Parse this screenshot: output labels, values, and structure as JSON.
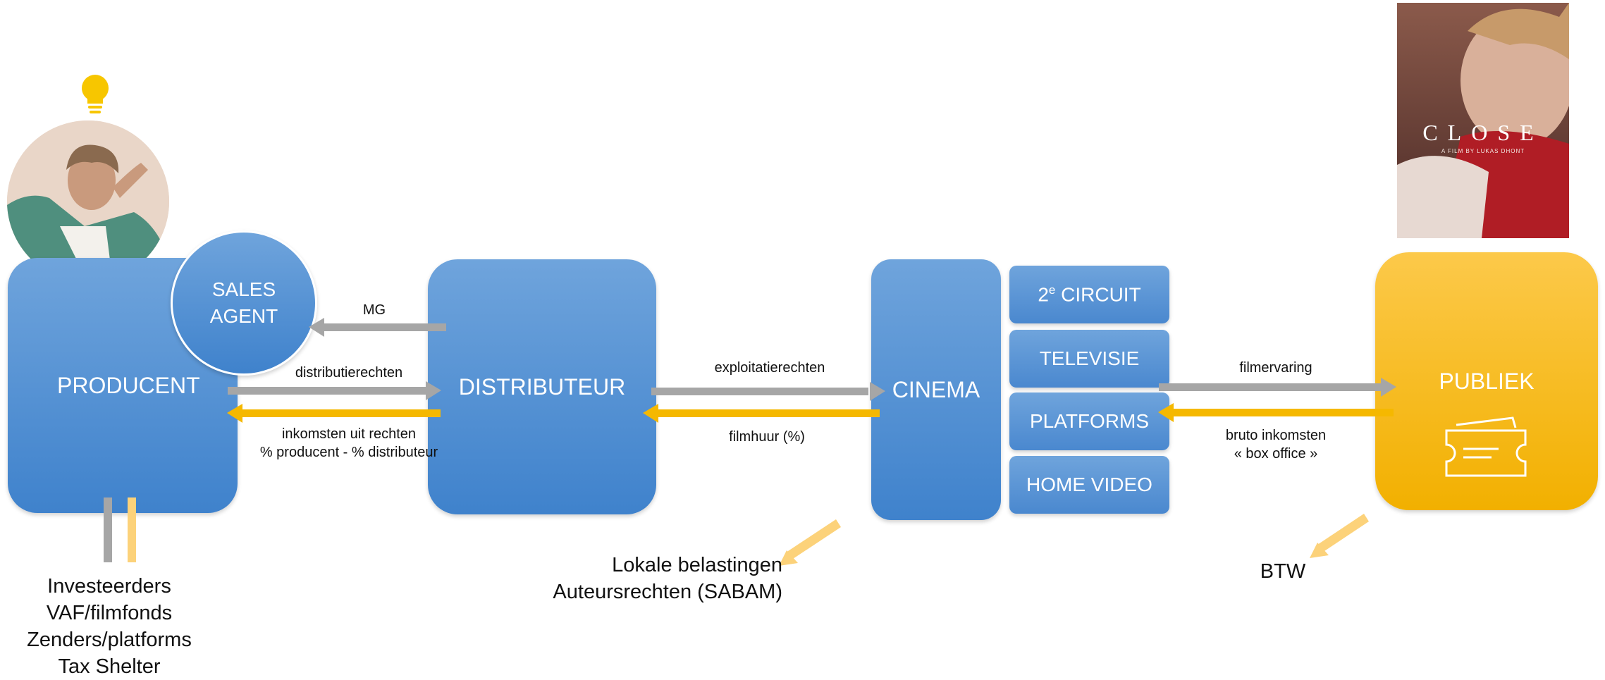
{
  "nodes": {
    "producent": "PRODUCENT",
    "sales_agent_line1": "SALES",
    "sales_agent_line2": "AGENT",
    "distributeur": "DISTRIBUTEUR",
    "cinema": "CINEMA",
    "circuit_main": "2",
    "circuit_sup": "e",
    "circuit_rest": " CIRCUIT",
    "televisie": "TELEVISIE",
    "platforms": "PLATFORMS",
    "home_video": "HOME VIDEO",
    "publiek": "PUBLIEK"
  },
  "arrows": {
    "mg": "MG",
    "distributierechten": "distributierechten",
    "inkomsten_line1": "inkomsten uit rechten",
    "inkomsten_line2": "% producent - % distributeur",
    "exploitatierechten": "exploitatierechten",
    "filmhuur": "filmhuur (%)",
    "filmervaring": "filmervaring",
    "bruto_line1": "bruto inkomsten",
    "bruto_line2": "« box office »"
  },
  "notes": {
    "financing": [
      "Investeerders",
      "VAF/filmfonds",
      "Zenders/platforms",
      "Tax Shelter"
    ],
    "taxes": [
      "Lokale belastingen",
      "Auteursrechten (SABAM)"
    ],
    "btw": "BTW"
  },
  "poster": {
    "title": "CLOSE",
    "credit": "A FILM BY LUKAS DHONT"
  },
  "colors": {
    "blue": "#5b97d8",
    "gold": "#f7b500",
    "gray_arrow": "#a6a6a6",
    "gold_arrow": "#f5b800",
    "light_gold": "#fcd27a"
  },
  "icons": [
    "lightbulb-icon",
    "ticket-icon",
    "producer-portrait"
  ]
}
